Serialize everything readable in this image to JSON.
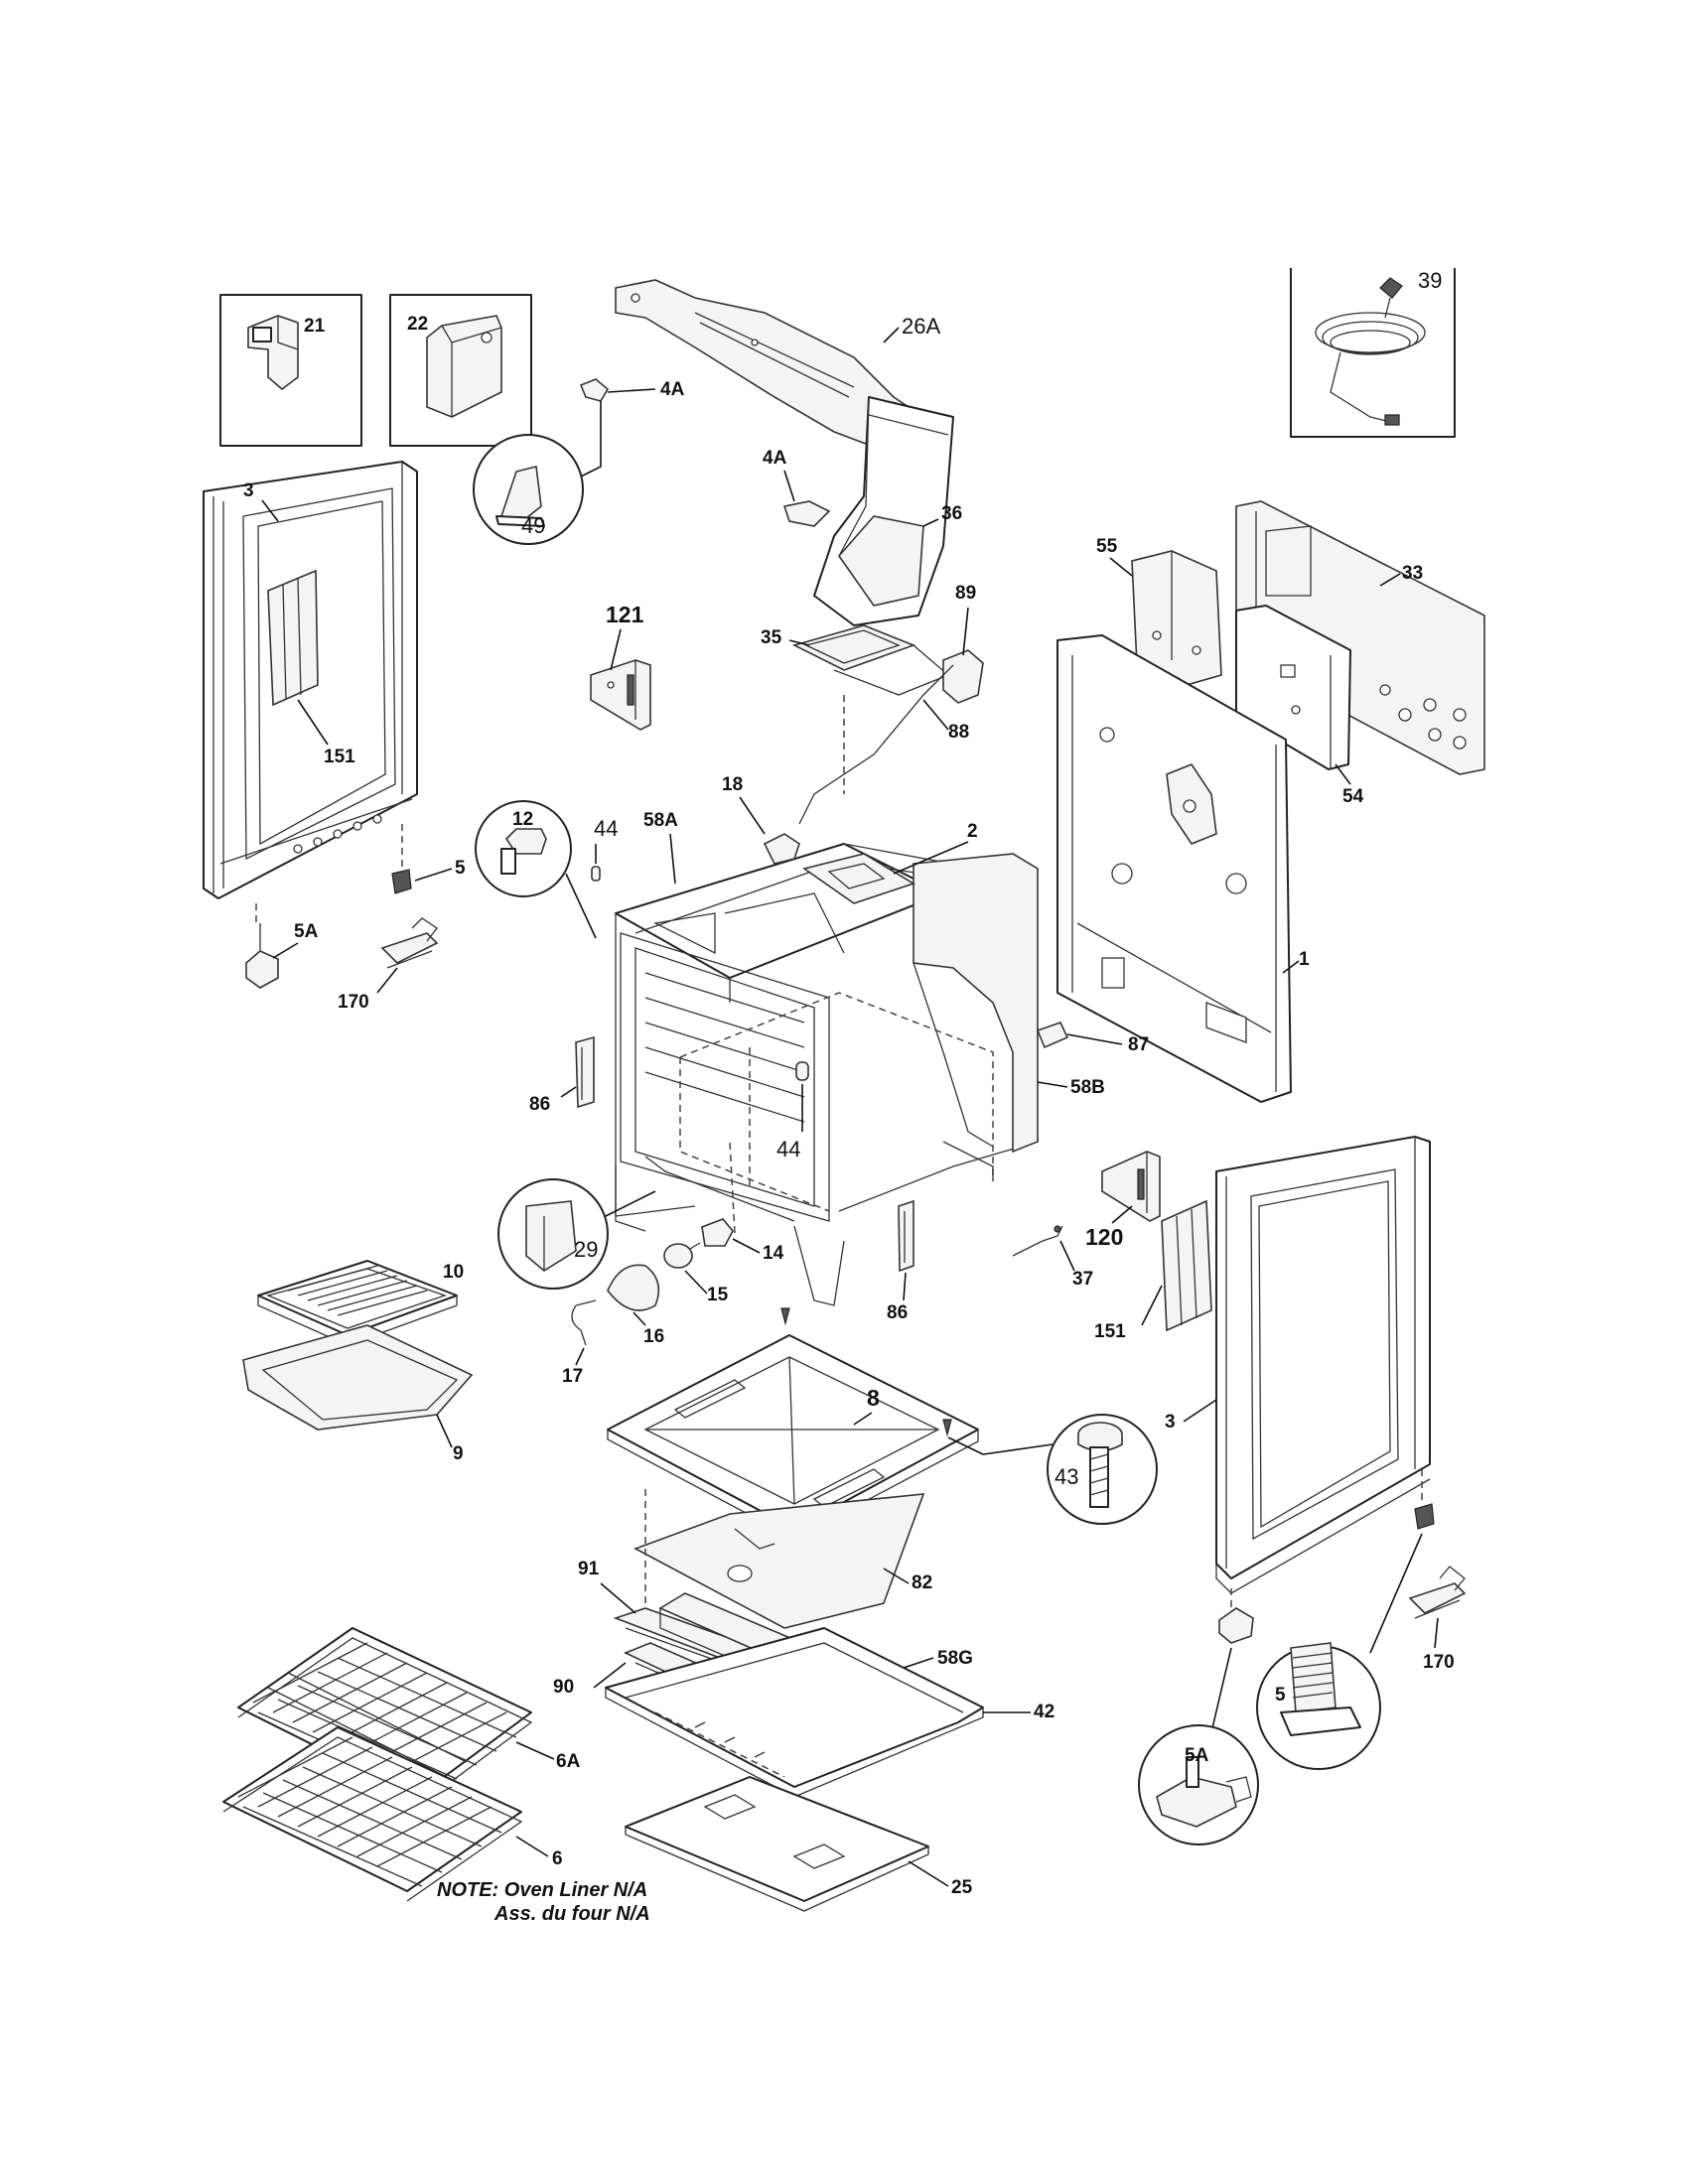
{
  "labels": {
    "l21": "21",
    "l22": "22",
    "l26A": "26A",
    "l4A_a": "4A",
    "l4A_b": "4A",
    "l49": "49",
    "l39": "39",
    "l3_left": "3",
    "l151_left": "151",
    "l36": "36",
    "l89": "89",
    "l35": "35",
    "l88": "88",
    "l121": "121",
    "l55": "55",
    "l33": "33",
    "l54": "54",
    "l12": "12",
    "l44_a": "44",
    "l58A": "58A",
    "l18": "18",
    "l2": "2",
    "l5_left": "5",
    "l5A_left": "5A",
    "l170_left": "170",
    "l1": "1",
    "l87": "87",
    "l86_left": "86",
    "l58B": "58B",
    "l44_b": "44",
    "l29": "29",
    "l14": "14",
    "l15": "15",
    "l16": "16",
    "l17": "17",
    "l10": "10",
    "l9": "9",
    "l86_right": "86",
    "l120": "120",
    "l37": "37",
    "l151_right": "151",
    "l8": "8",
    "l43": "43",
    "l3_right": "3",
    "l82": "82",
    "l91": "91",
    "l58G": "58G",
    "l90": "90",
    "l42": "42",
    "l6A": "6A",
    "l6": "6",
    "l25": "25",
    "l5_right": "5",
    "l5A_right": "5A",
    "l170_right": "170"
  },
  "note": {
    "line1": "NOTE: Oven Liner N/A",
    "line2": "Ass. du four N/A"
  }
}
